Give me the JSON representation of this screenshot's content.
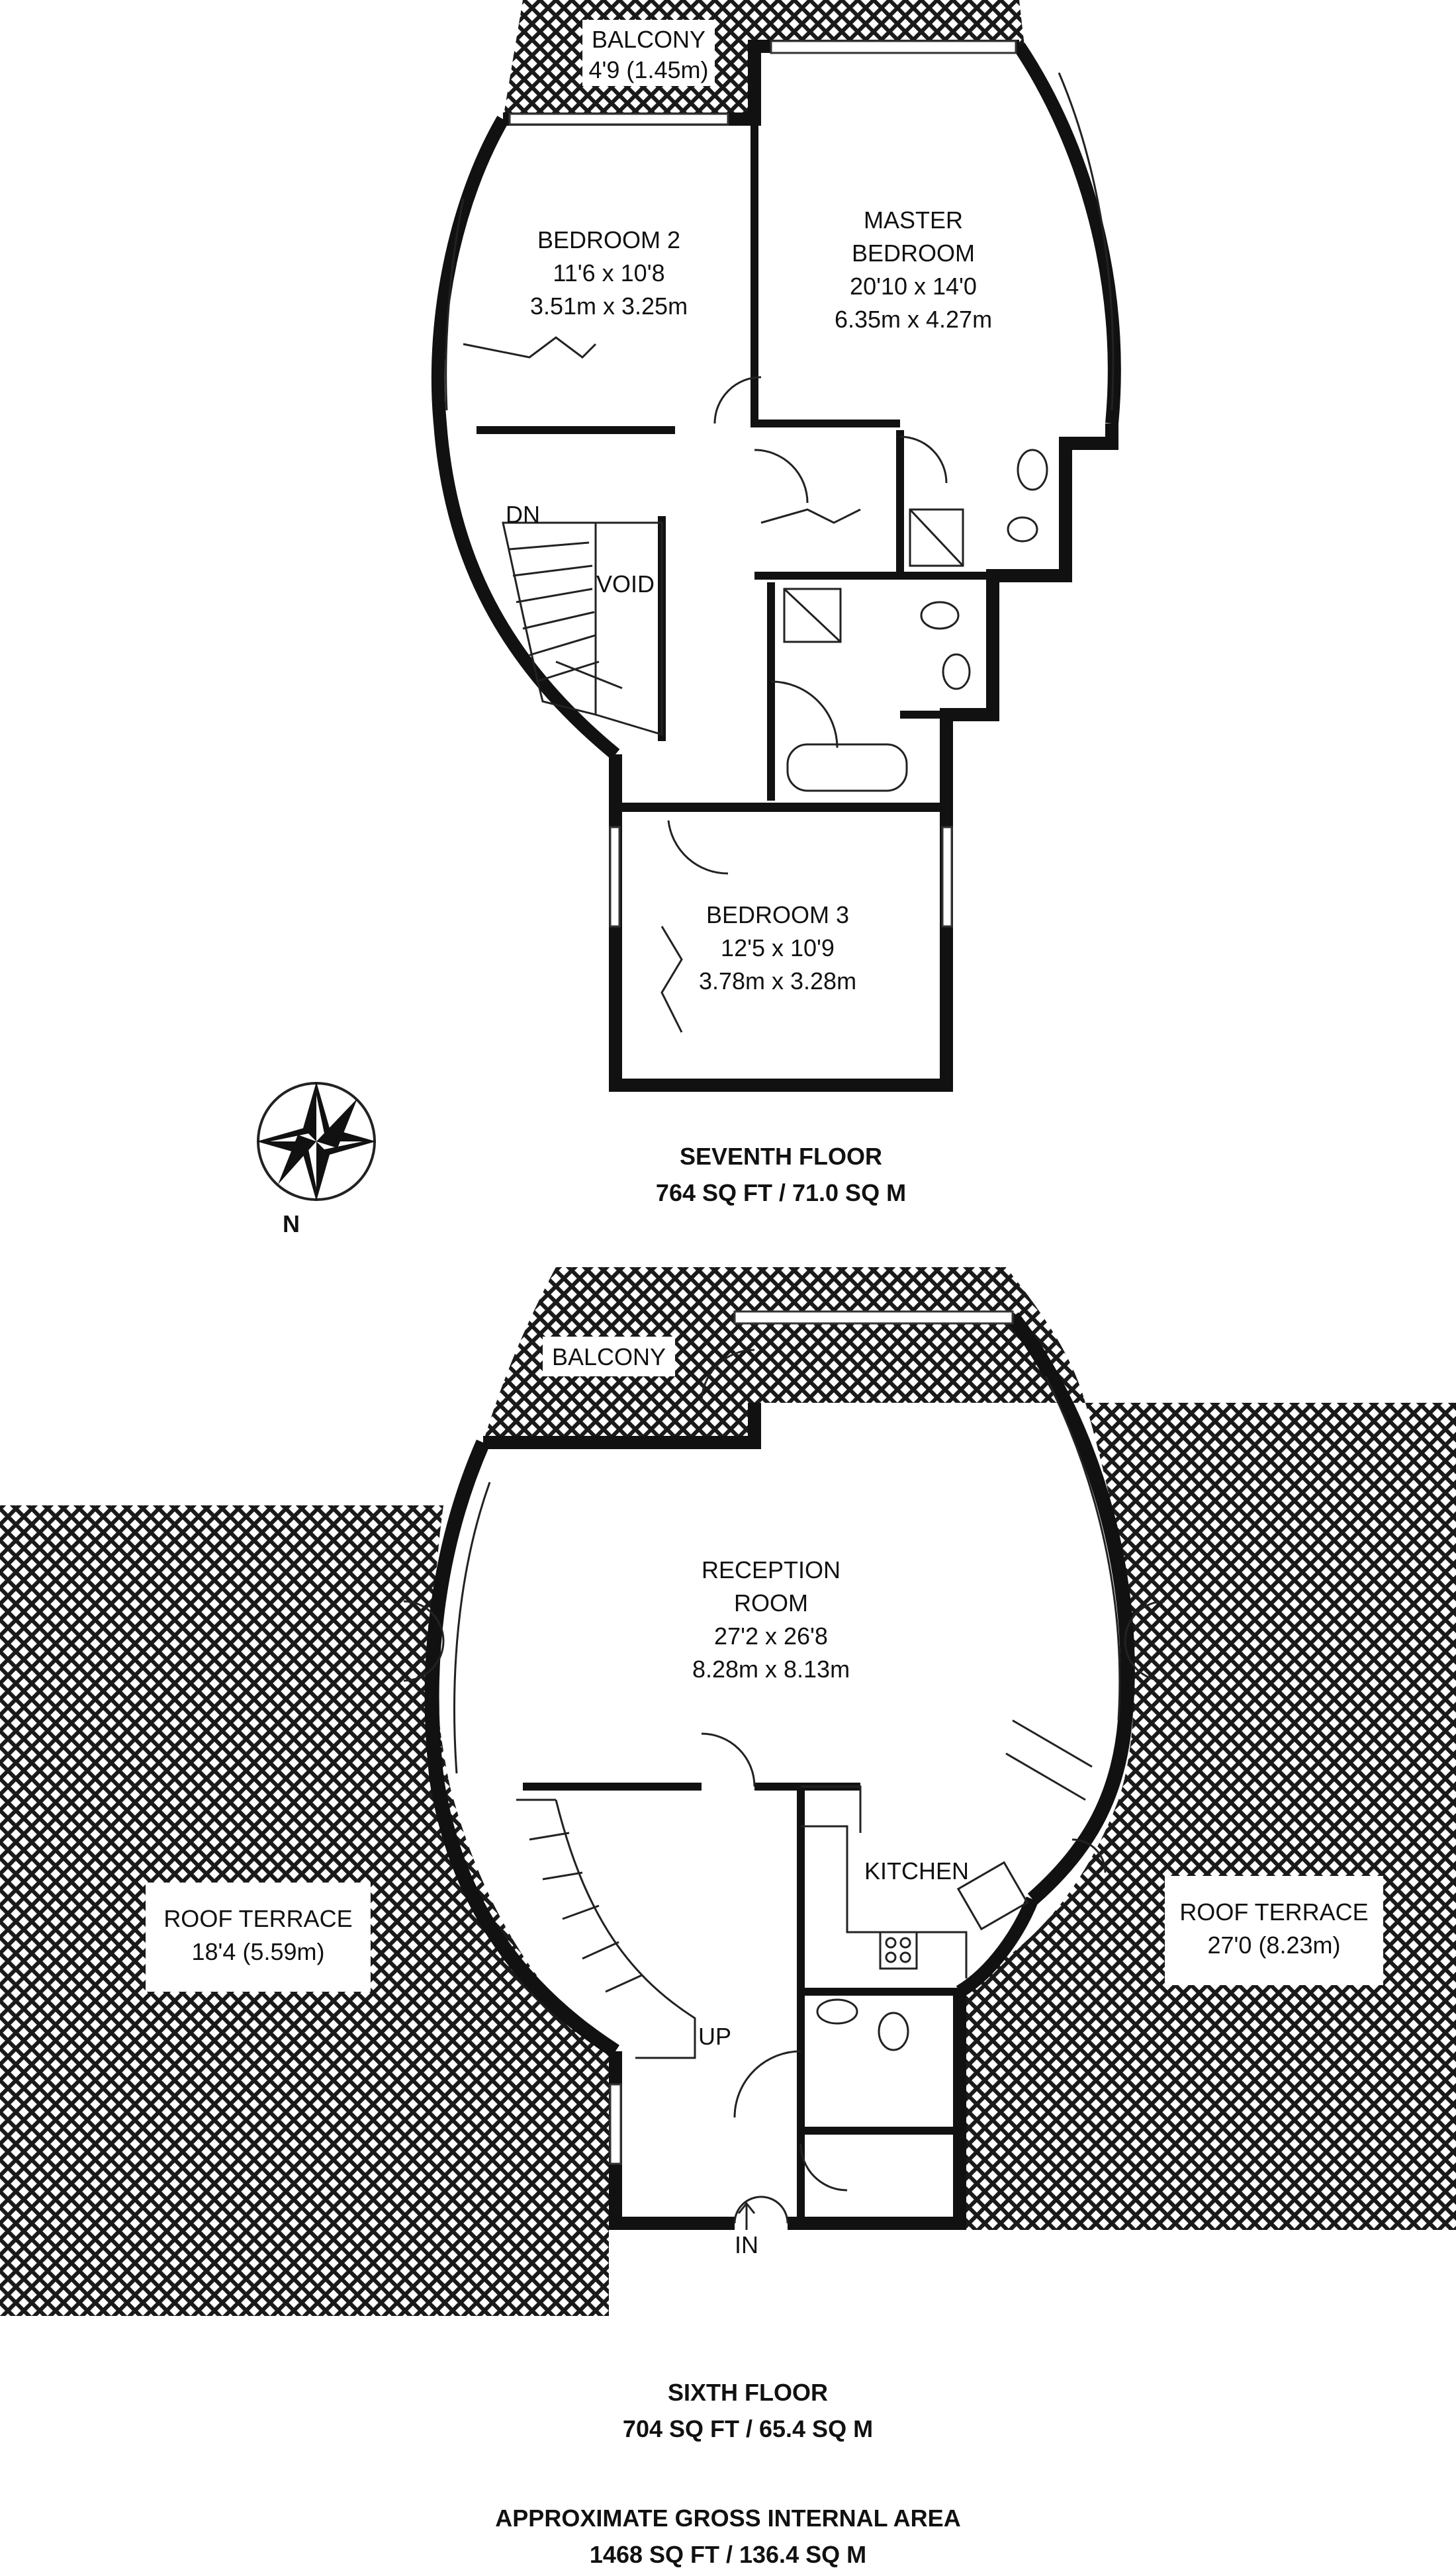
{
  "seventh_floor": {
    "balcony": {
      "name": "BALCONY",
      "size": "4'9 (1.45m)"
    },
    "bedroom2": {
      "name": "BEDROOM 2",
      "imperial": "11'6 x 10'8",
      "metric": "3.51m x 3.25m"
    },
    "master": {
      "name_line1": "MASTER",
      "name_line2": "BEDROOM",
      "imperial": "20'10 x 14'0",
      "metric": "6.35m x 4.27m"
    },
    "bedroom3": {
      "name": "BEDROOM 3",
      "imperial": "12'5 x 10'9",
      "metric": "3.78m x 3.28m"
    },
    "void_label": "VOID",
    "stairs_label": "DN",
    "title": "SEVENTH FLOOR",
    "area": "764 SQ FT / 71.0 SQ M"
  },
  "compass": {
    "label": "N"
  },
  "sixth_floor": {
    "balcony": {
      "name": "BALCONY"
    },
    "reception": {
      "name_line1": "RECEPTION",
      "name_line2": "ROOM",
      "imperial": "27'2 x 26'8",
      "metric": "8.28m x 8.13m"
    },
    "kitchen": {
      "name": "KITCHEN"
    },
    "roof_terrace_left": {
      "name": "ROOF TERRACE",
      "size": "18'4 (5.59m)"
    },
    "roof_terrace_right": {
      "name": "ROOF TERRACE",
      "size": "27'0 (8.23m)"
    },
    "stairs_label": "UP",
    "entrance_label": "IN",
    "title": "SIXTH FLOOR",
    "area": "704 SQ FT / 65.4 SQ M"
  },
  "total": {
    "title": "APPROXIMATE GROSS INTERNAL AREA",
    "area": "1468 SQ FT / 136.4 SQ M"
  }
}
